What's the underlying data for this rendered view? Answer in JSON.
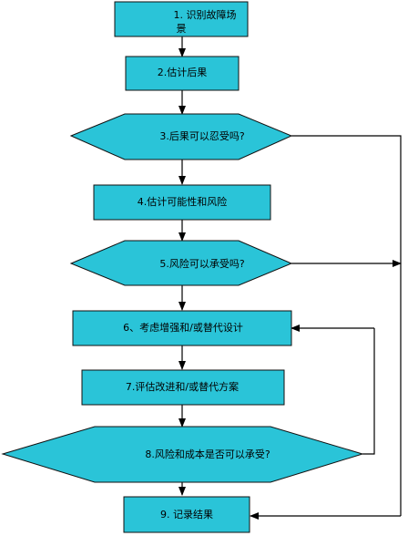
{
  "colors": {
    "node_fill": "#2ac4d8",
    "node_stroke": "#111111",
    "edge": "#000000",
    "background": "#ffffff"
  },
  "steps": {
    "s1": {
      "line1": "1. 识别故障场",
      "line2": "景"
    },
    "s2": {
      "label": "2.估计后果"
    },
    "s3": {
      "label": "3.后果可以忍受吗?"
    },
    "s4": {
      "label": "4.估计可能性和风险"
    },
    "s5": {
      "label": "5.风险可以承受吗?"
    },
    "s6": {
      "label": "6、考虑增强和/或替代设计"
    },
    "s7": {
      "label": "7.评估改进和/或替代方案"
    },
    "s8": {
      "label": "8.风险和成本是否可以承受?"
    },
    "s9": {
      "label": "9. 记录结果"
    }
  }
}
